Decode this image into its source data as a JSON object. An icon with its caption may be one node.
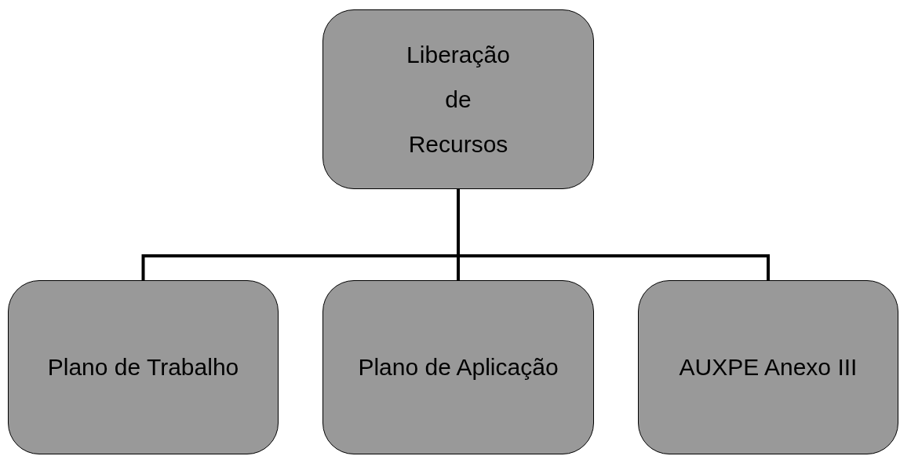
{
  "diagram": {
    "nodes": [
      {
        "text": [
          "Liberação de Recursos"
        ]
      },
      {
        "text": [
          "Plano de Trabalho"
        ]
      },
      {
        "text": [
          "Plano de Aplicação"
        ]
      },
      {
        "text": [
          "AUXPE Anexo III"
        ]
      }
    ],
    "edges": [
      {
        "from": 0,
        "to": 1,
        "arrow": "none"
      },
      {
        "from": 0,
        "to": 2,
        "arrow": "none"
      },
      {
        "from": 0,
        "to": 3,
        "arrow": "none"
      }
    ]
  }
}
